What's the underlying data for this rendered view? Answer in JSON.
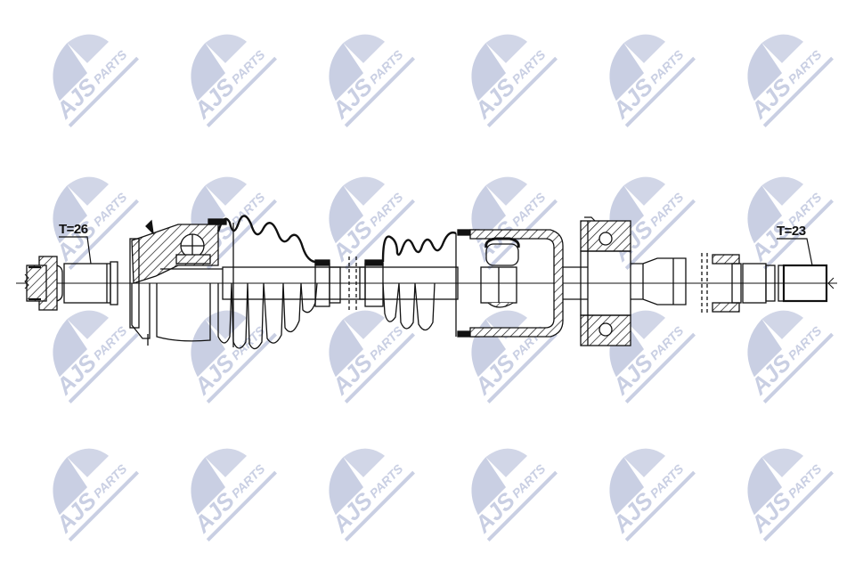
{
  "figure": {
    "type": "technical drawing",
    "subject": "drive shaft (CV axle) cross-section",
    "background_color": "#ffffff",
    "line_color": "#111111"
  },
  "watermark": {
    "brand_left": "AJS",
    "brand_right": "PARTS",
    "color": "#c9cfe3",
    "grid": {
      "columns": [
        38,
        193,
        348,
        508,
        663,
        818
      ],
      "rows": [
        25,
        185,
        335,
        490
      ]
    }
  },
  "labels": {
    "left_spline": "T=26",
    "right_spline": "T=23"
  },
  "components": [
    {
      "name": "outer-stub-hub-nut",
      "side": "left"
    },
    {
      "name": "outer-cv-joint",
      "side": "left"
    },
    {
      "name": "outer-boot",
      "side": "left"
    },
    {
      "name": "shaft",
      "side": "center"
    },
    {
      "name": "inner-boot",
      "side": "right"
    },
    {
      "name": "inner-tripod-joint",
      "side": "right"
    },
    {
      "name": "support-bearing",
      "side": "right"
    },
    {
      "name": "inner-stub",
      "side": "right"
    }
  ]
}
